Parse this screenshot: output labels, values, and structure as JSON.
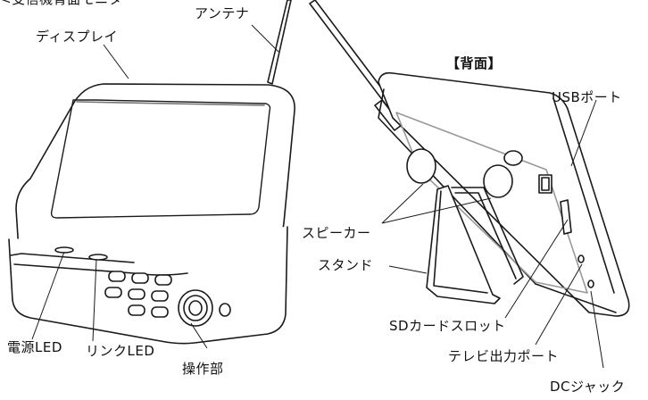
{
  "title_partial": "<受信機背面モニター",
  "back_heading": "【背面】",
  "labels": {
    "antenna": "アンテナ",
    "display": "ディスプレイ",
    "usb_port": "USBポート",
    "speaker": "スピーカー",
    "stand": "スタンド",
    "sd_slot": "SDカードスロット",
    "tv_out": "テレビ出力ポート",
    "dc_jack": "DCジャック",
    "power_led": "電源LED",
    "link_led": "リンクLED",
    "controls": "操作部"
  }
}
